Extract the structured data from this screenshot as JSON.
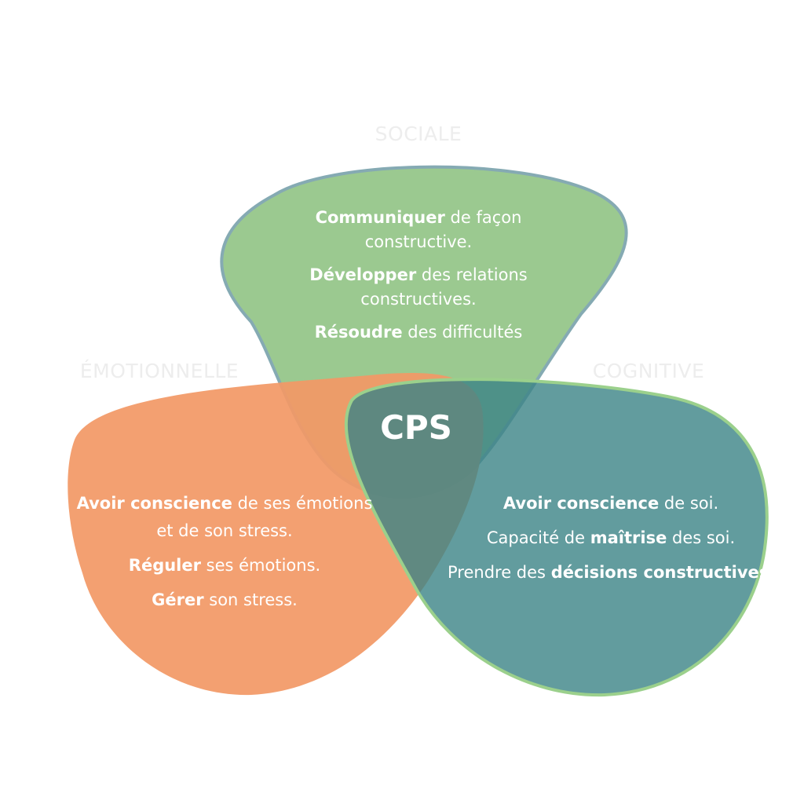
{
  "center": {
    "label": "CPS"
  },
  "categories": {
    "sociale": "SOCIALE",
    "emotionnelle": "ÉMOTIONNELLE",
    "cognitive": "COGNITIVE"
  },
  "sociale_items": [
    {
      "bold": "Communiquer",
      "rest": " de façon constructive."
    },
    {
      "bold": "Développer",
      "rest": " des relations constructives."
    },
    {
      "bold": "Résoudre",
      "rest": " des difficultés"
    }
  ],
  "emotionnelle_items": [
    {
      "bold": "Avoir conscience",
      "rest": " de ses émotions et de son stress."
    },
    {
      "bold": "Réguler",
      "rest": " ses émotions."
    },
    {
      "bold": "Gérer",
      "rest": " son stress."
    }
  ],
  "cognitive_items": [
    {
      "pre": "",
      "bold": "Avoir conscience",
      "rest": " de soi."
    },
    {
      "pre": "Capacité de ",
      "bold": "maîtrise",
      "rest": " des soi."
    },
    {
      "pre": "Prendre des ",
      "bold": "décisions constructives",
      "rest": "."
    }
  ],
  "colors": {
    "sociale_fill": "#93c487",
    "sociale_stroke": "#85aab3",
    "emotionnelle_fill": "#f29966",
    "cognitive_fill": "#3b8386",
    "cognitive_stroke": "#9bd08c"
  }
}
